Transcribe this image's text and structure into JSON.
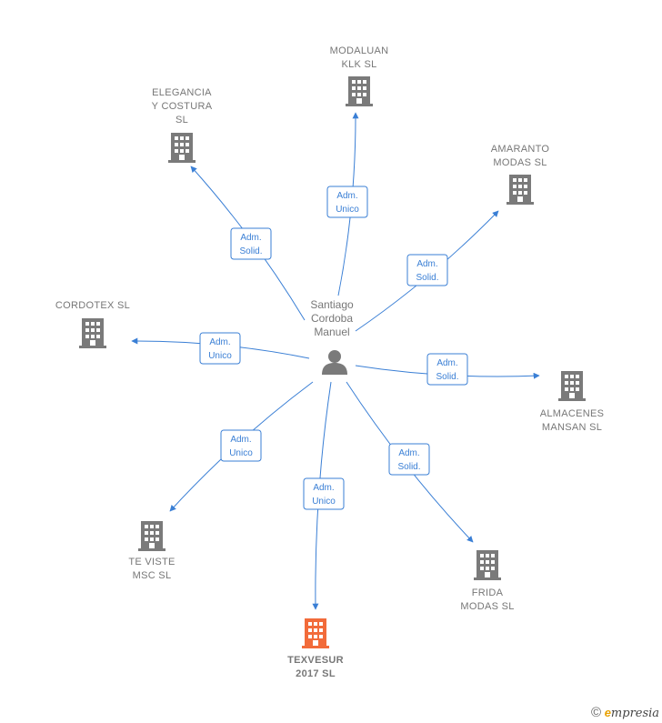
{
  "center": {
    "label_lines": [
      "Santiago",
      "Cordoba",
      "Manuel"
    ],
    "icon": "person-icon"
  },
  "colors": {
    "edge": "#3a7fd5",
    "building": "#7a7a7a",
    "focus_building": "#f26b3a"
  },
  "companies": [
    {
      "id": "modaluan",
      "label_lines": [
        "MODALUAN",
        "KLK  SL"
      ],
      "relation": [
        "Adm.",
        "Unico"
      ],
      "focus": false
    },
    {
      "id": "elegancia",
      "label_lines": [
        "ELEGANCIA",
        "Y COSTURA",
        "SL"
      ],
      "relation": [
        "Adm.",
        "Solid."
      ],
      "focus": false
    },
    {
      "id": "amaranto",
      "label_lines": [
        "AMARANTO",
        "MODAS SL"
      ],
      "relation": [
        "Adm.",
        "Solid."
      ],
      "focus": false
    },
    {
      "id": "cordotex",
      "label_lines": [
        "CORDOTEX  SL"
      ],
      "relation": [
        "Adm.",
        "Unico"
      ],
      "focus": false
    },
    {
      "id": "almacenes",
      "label_lines": [
        "ALMACENES",
        "MANSAN SL"
      ],
      "relation": [
        "Adm.",
        "Solid."
      ],
      "focus": false
    },
    {
      "id": "teviste",
      "label_lines": [
        "TE VISTE",
        "MSC  SL"
      ],
      "relation": [
        "Adm.",
        "Unico"
      ],
      "focus": false
    },
    {
      "id": "texvesur",
      "label_lines": [
        "TEXVESUR",
        "2017  SL"
      ],
      "relation": [
        "Adm.",
        "Unico"
      ],
      "focus": true
    },
    {
      "id": "frida",
      "label_lines": [
        "FRIDA",
        "MODAS SL"
      ],
      "relation": [
        "Adm.",
        "Solid."
      ],
      "focus": false
    }
  ],
  "brand": {
    "copyright": "©",
    "e": "e",
    "rest": "mpresia"
  }
}
